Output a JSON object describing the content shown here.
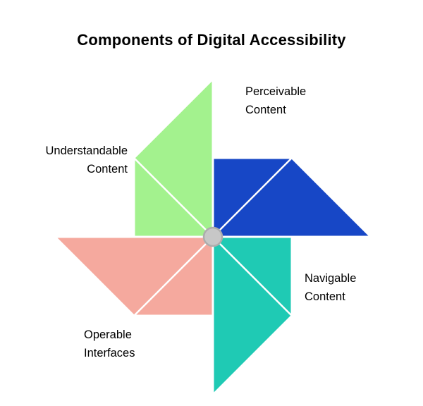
{
  "title": "Components of Digital Accessibility",
  "diagram": {
    "type": "pinwheel",
    "hub_color": "#c7c7c7",
    "hub_border_color": "#adadad",
    "blades": [
      {
        "id": "perceivable",
        "direction": "up",
        "color": "#a3f28e",
        "label": "Perceivable Content",
        "lines": [
          "Perceivable",
          "Content"
        ]
      },
      {
        "id": "navigable",
        "direction": "right",
        "color": "#1747c6",
        "label": "Navigable Content",
        "lines": [
          "Navigable",
          "Content"
        ]
      },
      {
        "id": "operable",
        "direction": "down",
        "color": "#1fcab4",
        "label": "Operable Interfaces",
        "lines": [
          "Operable",
          "Interfaces"
        ]
      },
      {
        "id": "understandable",
        "direction": "left",
        "color": "#f5a99e",
        "label": "Understandable Content",
        "lines": [
          "Understandable",
          "Content"
        ]
      }
    ]
  }
}
